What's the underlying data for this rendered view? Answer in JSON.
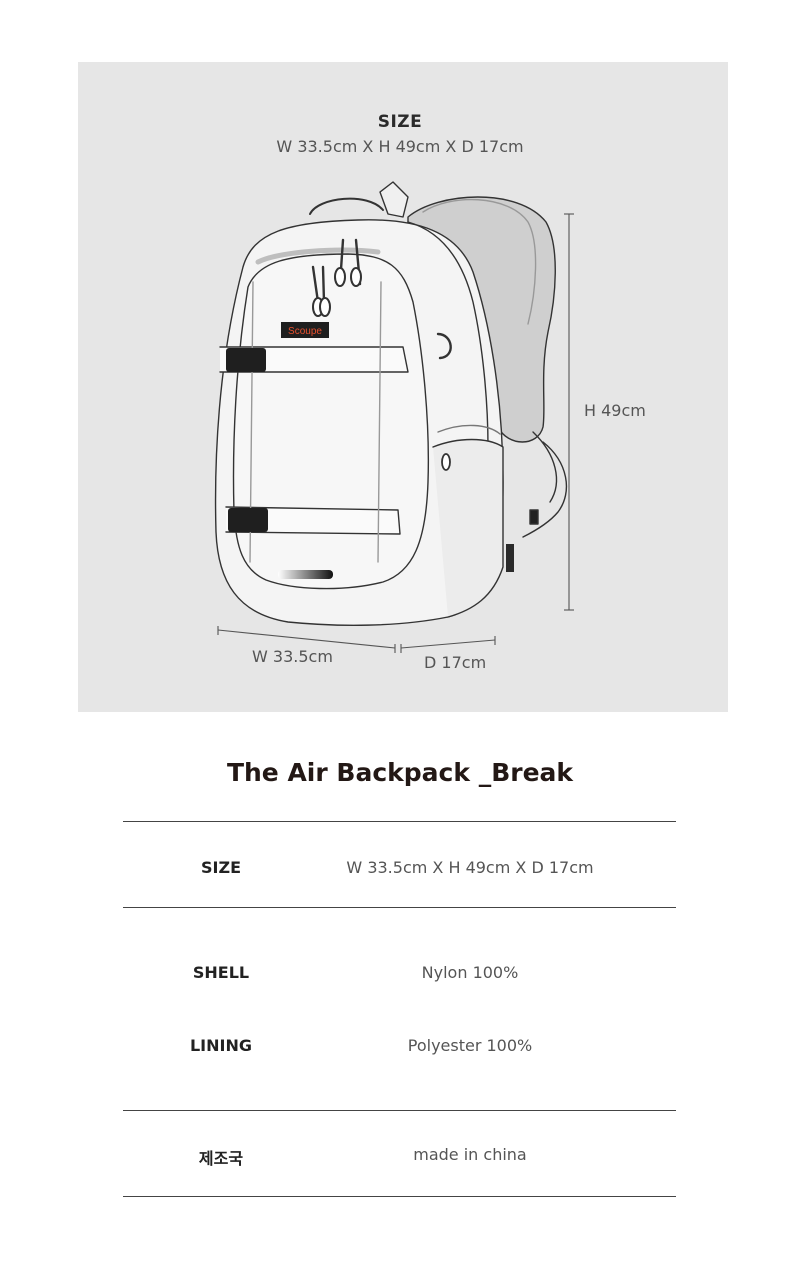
{
  "size_header": {
    "title": "SIZE",
    "dimensions": "W 33.5cm X H 49cm X D 17cm"
  },
  "diagram": {
    "brand_tag": "Scoupe",
    "height_label": "H 49cm",
    "width_label": "W 33.5cm",
    "depth_label": "D 17cm"
  },
  "product": {
    "title": "The Air Backpack _Break"
  },
  "specs": [
    {
      "label": "SIZE",
      "value": "W 33.5cm X H 49cm X D 17cm"
    },
    {
      "label": "SHELL",
      "value": "Nylon 100%"
    },
    {
      "label": "LINING",
      "value": "Polyester 100%"
    },
    {
      "label": "제조국",
      "value": "made in china"
    }
  ]
}
